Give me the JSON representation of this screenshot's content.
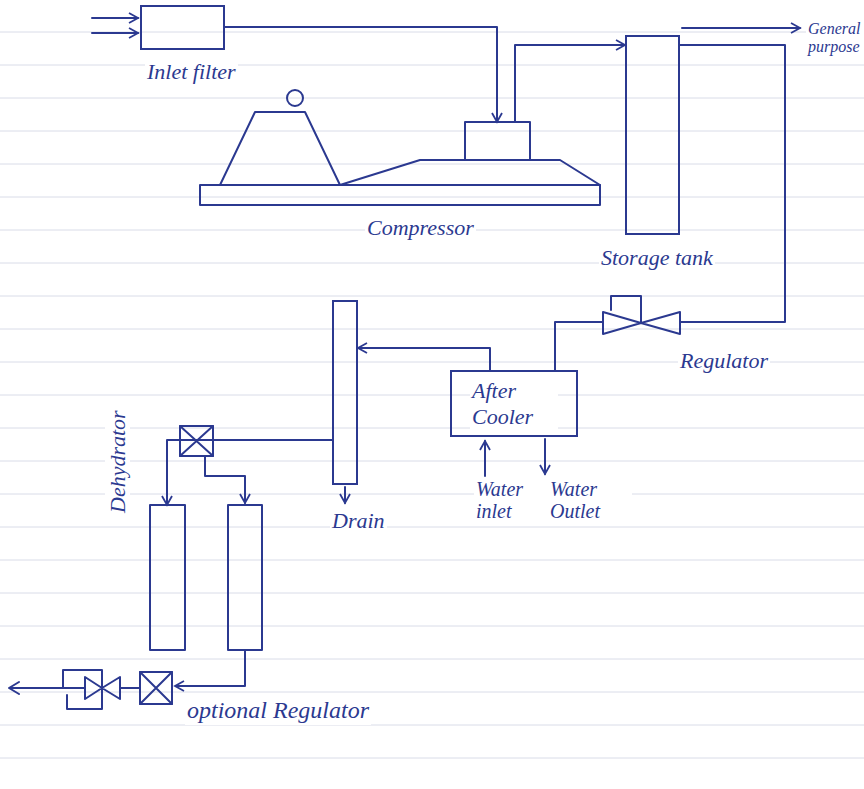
{
  "diagram": {
    "nodes": [
      {
        "text": [
          "Inlet filter"
        ]
      },
      {
        "text": [
          "Compressor"
        ]
      },
      {
        "text": [
          "Storage tank"
        ]
      },
      {
        "text": [
          "Regulator"
        ]
      },
      {
        "text": [
          "After Cooler"
        ]
      },
      {
        "text": [
          "Drain"
        ]
      },
      {
        "text": [
          "Dehydrator"
        ]
      },
      {
        "text": [
          "optional Regulator"
        ]
      }
    ],
    "edges": [
      {
        "from": 0,
        "to": 1,
        "arrow": "to"
      },
      {
        "from": 1,
        "to": 2,
        "arrow": "to"
      },
      {
        "from": 2,
        "to": 3,
        "arrow": "none"
      },
      {
        "from": 3,
        "to": 4,
        "arrow": "none"
      },
      {
        "from": 4,
        "to": 5,
        "arrow": "to"
      },
      {
        "from": 5,
        "to": 6,
        "arrow": "to"
      },
      {
        "from": 6,
        "to": 7,
        "arrow": "to"
      }
    ],
    "labels": [
      "General purpose",
      "Water inlet",
      "Water Outlet"
    ]
  }
}
